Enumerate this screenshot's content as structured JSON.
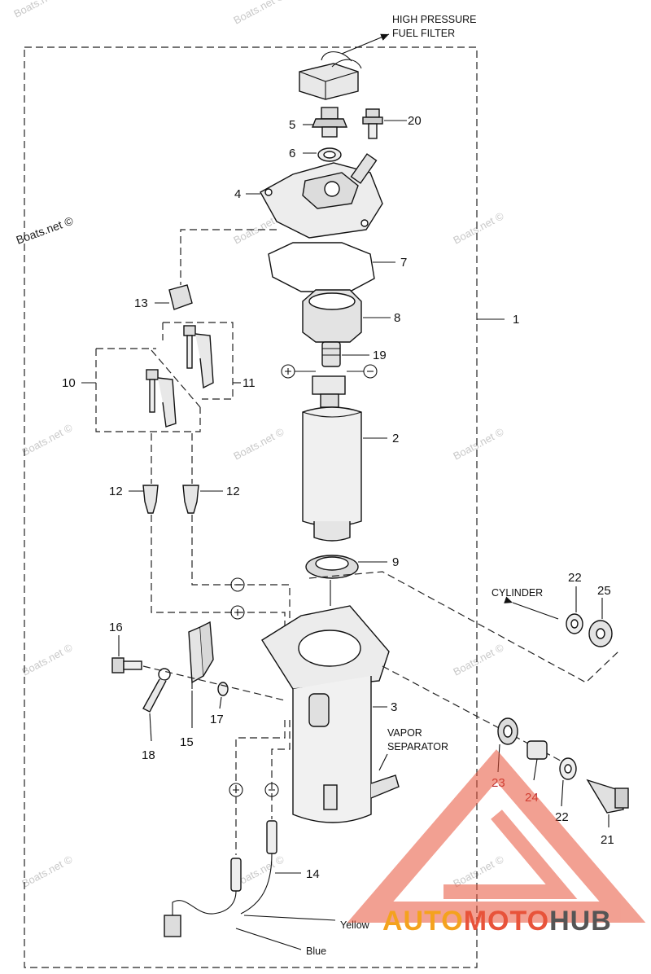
{
  "watermark": "Boats.net ©",
  "callouts": {
    "c1": "1",
    "c2": "2",
    "c3": "3",
    "c4": "4",
    "c5": "5",
    "c6": "6",
    "c7": "7",
    "c8": "8",
    "c9": "9",
    "c10": "10",
    "c11": "11",
    "c12a": "12",
    "c12b": "12",
    "c13": "13",
    "c14": "14",
    "c15": "15",
    "c16": "16",
    "c17": "17",
    "c18": "18",
    "c19": "19",
    "c20": "20",
    "c21": "21",
    "c22a": "22",
    "c22b": "22",
    "c23": "23",
    "c24": "24",
    "c25": "25"
  },
  "labels": {
    "high_pressure_line1": "HIGH PRESSURE",
    "high_pressure_line2": "FUEL  FILTER",
    "cylinder": "CYLINDER",
    "vapor_line1": "VAPOR",
    "vapor_line2": "SEPARATOR",
    "wire_yellow": "Yellow",
    "wire_blue": "Blue"
  },
  "brand": {
    "auto": "AUTO",
    "moto": "MOTO",
    "hub": "HUB",
    "colors": {
      "auto": "#f4a21e",
      "moto": "#e8533a",
      "hub": "#555555",
      "triangle": "#e8533a"
    }
  }
}
